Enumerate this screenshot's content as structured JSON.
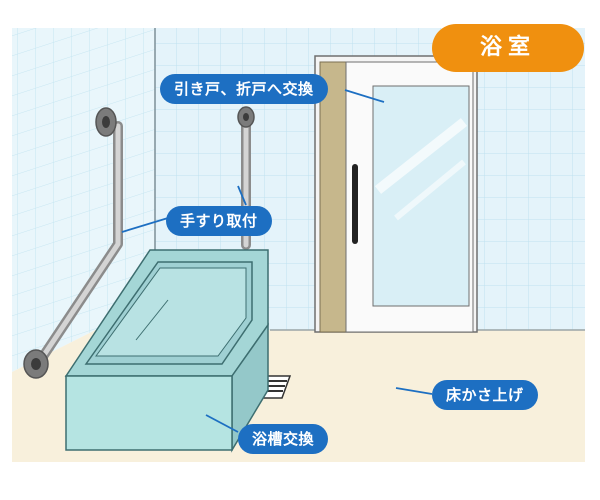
{
  "title": "浴室",
  "labels": {
    "door": "引き戸、折戸へ交換",
    "handrail": "手すり取付",
    "floor": "床かさ上げ",
    "bathtub": "浴槽交換"
  },
  "colors": {
    "title_bg": "#f0900f",
    "label_bg": "#1d6fc2",
    "wall_tile": "#e4f3fa",
    "tile_line": "#bfe2f0",
    "floor": "#f8f0dc",
    "bathtub": "#b5e4e2",
    "handrail": "#bcbcbc",
    "door_frame": "#c6b78c"
  }
}
